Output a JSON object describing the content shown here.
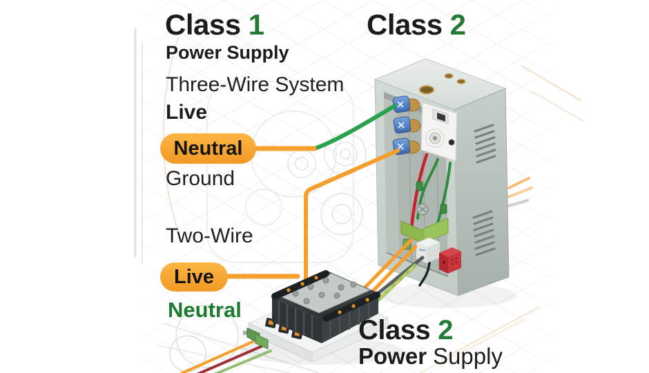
{
  "headings": {
    "class1_word": "Class",
    "class1_num": "1",
    "class1_sub": "Power Supply",
    "class2_top_word": "Class",
    "class2_top_num": "2",
    "class2_bottom_word": "Class",
    "class2_bottom_num": "2",
    "class2_sub_bold": "Power",
    "class2_sub_regular": "Supply"
  },
  "wiring_labels": {
    "three_wire_system": "Three-Wire System",
    "live_three_wire": "Live",
    "neutral_callout": "Neutral",
    "ground": "Ground",
    "two_wire": "Two-Wire",
    "live_callout": "Live",
    "neutral_two_wire": "Neutral"
  },
  "figures": {
    "enclosure": "class2-metal-enclosure",
    "psu_module": "class1-psu-module"
  },
  "colors": {
    "accent_green_number": "#257A36",
    "neutral_label_green": "#1D7A2F",
    "callout_pill_orange": "#F6A02E",
    "wire_orange": "#F59E2B",
    "wire_green": "#2AA24D",
    "wire_red": "#C4232B",
    "wire_green_yellow": "#9CC162",
    "enclosure_gray": "#CCD4CF",
    "text_black": "#1C1C1C"
  }
}
